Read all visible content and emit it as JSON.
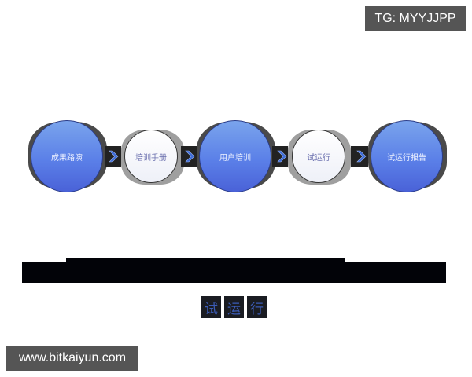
{
  "watermarks": {
    "top_right": "TG: MYYJJPP",
    "bottom_left": "www.bitkaiyun.com"
  },
  "flow": {
    "nodes": [
      {
        "label": "成果路演",
        "style": "primary"
      },
      {
        "label": "培训手册",
        "style": "secondary"
      },
      {
        "label": "用户培训",
        "style": "primary"
      },
      {
        "label": "试运行",
        "style": "secondary"
      },
      {
        "label": "试运行报告",
        "style": "primary"
      }
    ],
    "connector_icon": "chevron-right-icon",
    "colors": {
      "primary_top": "#7aa4ec",
      "primary_bottom": "#4a62d8",
      "secondary_fill": "#f4f5fb",
      "secondary_text": "#6a6fae",
      "arrow": "#3d6bd8"
    }
  },
  "caption": {
    "subtitle": [
      "试",
      "运",
      "行"
    ]
  }
}
